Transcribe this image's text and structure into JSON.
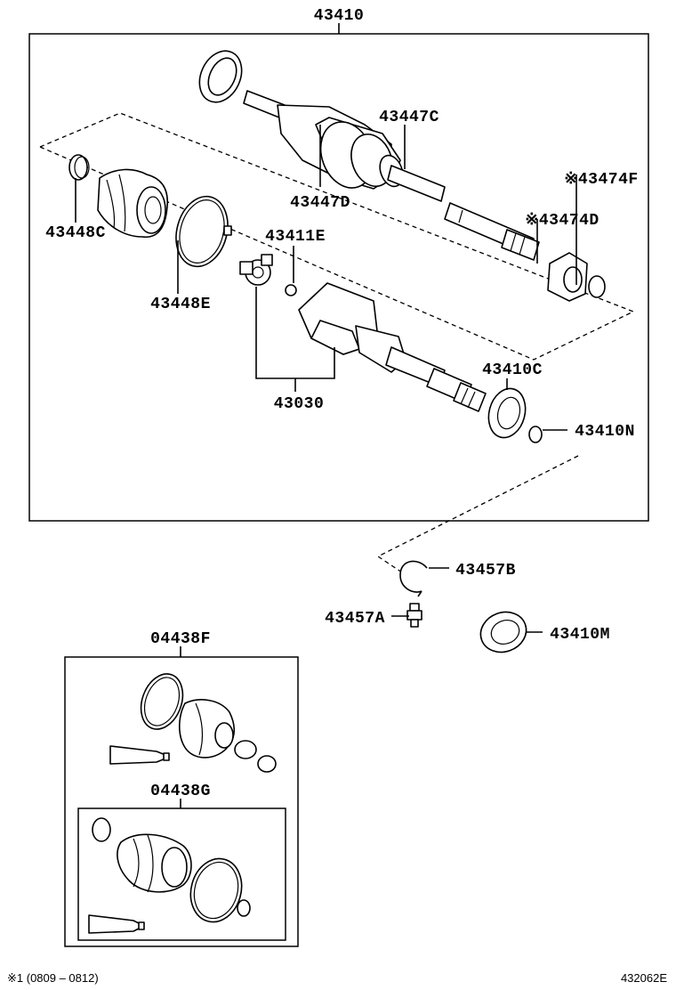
{
  "labels": {
    "assembly": "43410",
    "boot_clamp_inner_small": "43448C",
    "boot_clamp_inner_large": "43448E",
    "tripod_snap_ring": "43411E",
    "outboard_boot": "43447C",
    "outboard_boot_alt": "43447D",
    "damper_f": "※43474F",
    "damper_d": "※43474D",
    "inboard_joint": "43030",
    "bearing": "43410C",
    "snap_ring": "43410N",
    "circlip": "43457B",
    "grease_fitting": "43457A",
    "oil_seal": "43410M",
    "boot_kit_outer": "04438F",
    "boot_kit_inner": "04438G"
  },
  "footer": {
    "date_note": "※1 (0809 – 0812)",
    "diagram_id": "432062E"
  }
}
